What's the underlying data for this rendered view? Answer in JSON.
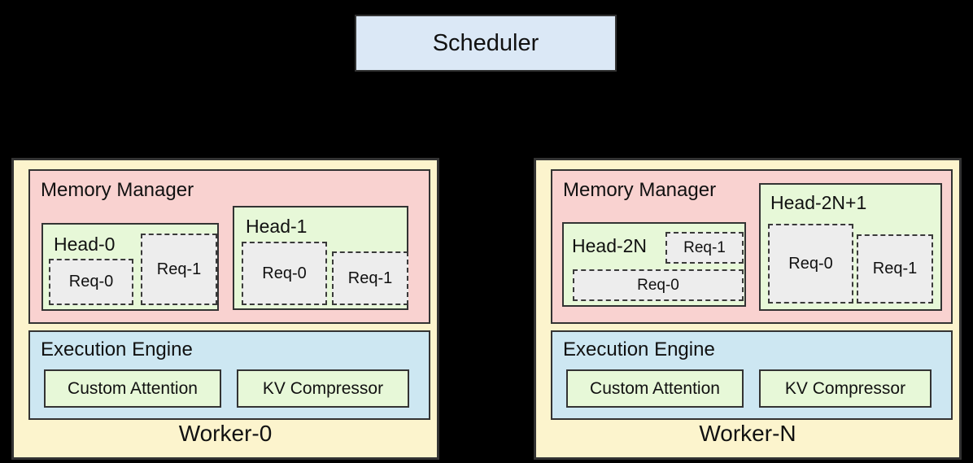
{
  "colors": {
    "canvas-bg": "#000000",
    "scheduler-fill": "#dbe8f6",
    "worker-fill": "#fcf4cd",
    "memory-fill": "#f9d2d0",
    "engine-fill": "#cde7f2",
    "head-fill": "#e7f8d8",
    "req-fill": "#ededed",
    "border": "#333333"
  },
  "scheduler": {
    "label": "Scheduler"
  },
  "workers": [
    {
      "label": "Worker-0",
      "memory_manager": {
        "label": "Memory Manager",
        "heads": [
          {
            "label": "Head-0",
            "reqs": [
              {
                "label": "Req-0"
              },
              {
                "label": "Req-1"
              }
            ]
          },
          {
            "label": "Head-1",
            "reqs": [
              {
                "label": "Req-0"
              },
              {
                "label": "Req-1"
              }
            ]
          }
        ]
      },
      "execution_engine": {
        "label": "Execution Engine",
        "components": [
          {
            "label": "Custom Attention"
          },
          {
            "label": "KV Compressor"
          }
        ]
      }
    },
    {
      "label": "Worker-N",
      "memory_manager": {
        "label": "Memory Manager",
        "heads": [
          {
            "label": "Head-2N",
            "reqs": [
              {
                "label": "Req-0"
              },
              {
                "label": "Req-1"
              }
            ]
          },
          {
            "label": "Head-2N+1",
            "reqs": [
              {
                "label": "Req-0"
              },
              {
                "label": "Req-1"
              }
            ]
          }
        ]
      },
      "execution_engine": {
        "label": "Execution Engine",
        "components": [
          {
            "label": "Custom Attention"
          },
          {
            "label": "KV Compressor"
          }
        ]
      }
    }
  ]
}
